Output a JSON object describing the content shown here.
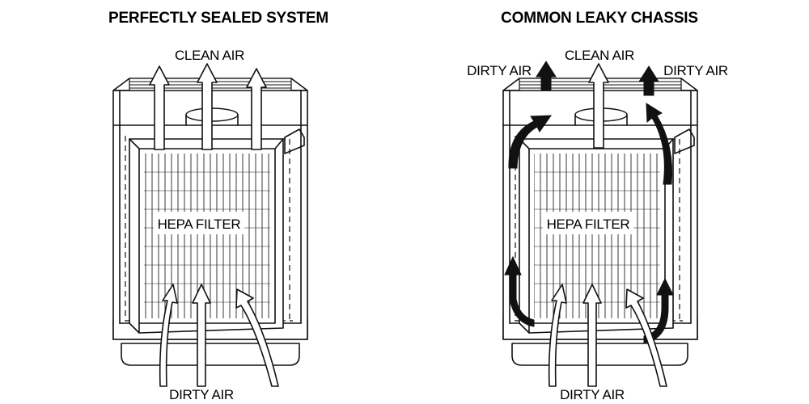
{
  "panels": [
    {
      "id": "sealed",
      "title": "PERFECTLY SEALED SYSTEM",
      "top_label": "CLEAN AIR",
      "filter_label": "HEPA FILTER",
      "bottom_label": "DIRTY AIR"
    },
    {
      "id": "leaky",
      "title": "COMMON LEAKY CHASSIS",
      "top_label": "CLEAN AIR",
      "top_left_label": "DIRTY AIR",
      "top_right_label": "DIRTY AIR",
      "filter_label": "HEPA FILTER",
      "bottom_label": "DIRTY AIR"
    }
  ]
}
